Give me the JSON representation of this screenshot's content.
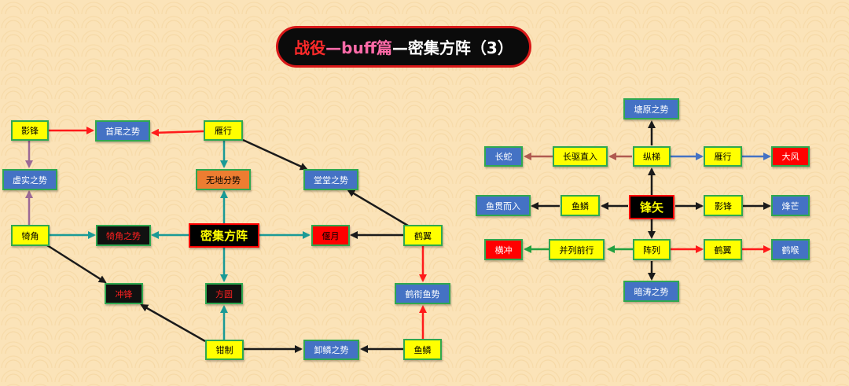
{
  "title": {
    "part1": "战役",
    "part2": "—buff篇",
    "part3": "—密集方阵（3）"
  },
  "left": {
    "yingfeng": "影锋",
    "shouwei": "首尾之势",
    "yanxing": "雁行",
    "xushi": "虚实之势",
    "wudi": "无地分势",
    "tangtang": "堂堂之势",
    "jijiao": "犄角",
    "jijiaozhishi": "犄角之势",
    "center": "密集方阵",
    "yanyue": "偃月",
    "heyi": "鹤翼",
    "chongfeng": "冲锋",
    "fangyuan": "方圆",
    "hexianyushi": "鹤衔鱼势",
    "qianzhi": "钳制",
    "xielin": "卸鳞之势",
    "yulin": "鱼鳞"
  },
  "right": {
    "tangyuan": "塘原之势",
    "changshe": "长蛇",
    "changquzhiru": "长驱直入",
    "zongti": "纵梯",
    "yanxing": "雁行",
    "dafeng": "大风",
    "yuguan": "鱼贯而入",
    "yulin": "鱼鳞",
    "center": "锋矢",
    "yingfeng": "影锋",
    "fengmang": "烽芒",
    "hengchong": "横冲",
    "binglie": "并列前行",
    "zhenlie": "阵列",
    "heyi": "鹤翼",
    "hehou": "鹤喉",
    "antao": "暗涛之势"
  },
  "colors": {
    "arrow_black": "#1a1a1a",
    "arrow_red": "#ff1a1a",
    "arrow_teal": "#1a9a96",
    "arrow_purple": "#9c6a96",
    "arrow_brown": "#b05a50",
    "arrow_blue": "#4472c4",
    "arrow_green": "#22a040"
  }
}
